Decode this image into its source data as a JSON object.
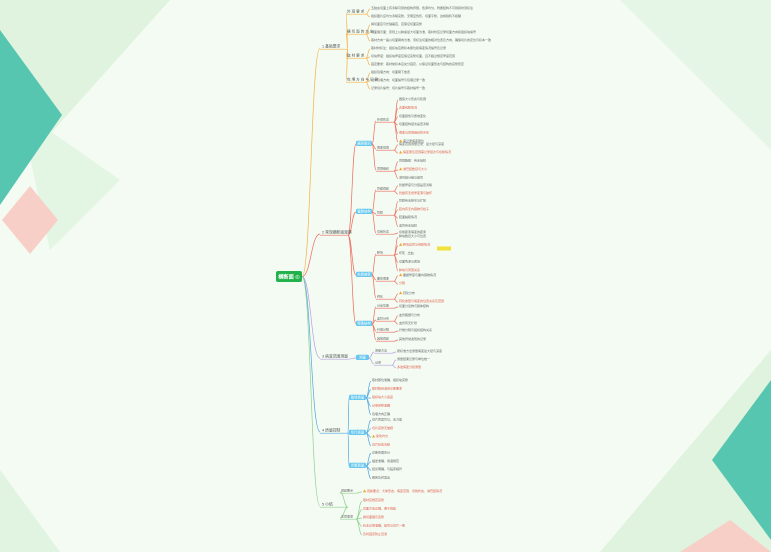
{
  "colors": {
    "background": "#f3fbf3",
    "teal": "#56c6b0",
    "coral": "#f7cfc6",
    "mint": "#dff3df",
    "root": "#21b24b",
    "pill": "#67c8ef",
    "red_text": "#e25c4a",
    "highlight": "#f2e13a",
    "line_orange": "#f5b043",
    "line_red": "#ef6b5b",
    "line_blue": "#6cc2ea",
    "line_purple": "#b79ee0",
    "line_blue2": "#4fa3e0",
    "line_green": "#8fd08f"
  },
  "icons": {
    "warning": "warning-icon"
  },
  "mindmap": {
    "root": "横断面 ◎",
    "branches": [
      {
        "label": "1 基础要求",
        "children": [
          {
            "label": "外 观 要 求",
            "leaves": [
              "五脏在切面上有清晰可辨的结构界限，色泽均匀，附属结构不可辨别时须标注",
              "组织图片应均匀清晰完整，无明显伪影，切面平整，边缘锐利不模糊"
            ]
          },
          {
            "label": "横 切 面 的 方 向",
            "leaves": [
              "横切面应与长轴垂直，应保证切面完整",
              "切面展示面：原则上以肿瘤最大切面为准，取材时应记录切面方向和组织块编号",
              "取材方向一般以切面朝向为准，须标注切面的相对位置及方向，确保切片的定位与标本一致"
            ]
          },
          {
            "label": "取 材 要 求",
            "leaves": [
              "取材时标注：组织块应按标本部位和病变情况编号及记录",
              "切块厚度：组织块厚度应保证完整切面，且不超过规定厚度范围",
              "固定要求：取材前标本应充分固定，以保证切面形态与结构的完整稳定"
            ]
          },
          {
            "label": "包 埋 方 向 与 记 录",
            "leaves": [
              "组织包埋方向：切面朝下放置",
              "记录包埋方向：切面编号与包埋记录一致",
              "记录切片编号：切片编号与取材编号一致"
            ]
          }
        ]
      },
      {
        "label": "2 常规横断面观察",
        "children": [
          {
            "label": "器官组织",
            "sub": [
              {
                "label": "外观形态",
                "leaves": [
                  "器官大小形态与轮廓",
                  "表面包膜情况",
                  "切面颜色与质地变化",
                  "切面结构层次是否清晰",
                  "病变与周围组织的关系",
                  "⚠ 需记录病变部位"
                ]
              },
              {
                "label": "病变范围",
                "leaves": [
                  "病变范围测量记录：最大径与深度",
                  "⚠ 病变累及范围需记录层次与切缘情况"
                ]
              },
              {
                "label": "周围组织",
                "leaves": [
                  "周围脂肪：有无侵犯",
                  "⚠ 淋巴结数目与大小",
                  "淋巴结分组与编号"
                ]
              }
            ]
          },
          {
            "label": "管腔结构",
            "sub": [
              {
                "label": "管壁观察",
                "leaves": [
                  "管壁厚度与分层是否清晰",
                  "管壁有无增厚变薄与破坏"
                ]
              },
              {
                "label": "管腔",
                "leaves": [
                  "管腔有无狭窄与扩张",
                  "腔内有无内容物与栓子",
                  "腔面黏膜情况",
                  "血管有无侵犯"
                ]
              },
              {
                "label": "切缘状态",
                "leaves": [
                  "切缘距离病变的距离"
                ]
              }
            ]
          },
          {
            "label": "实质病变",
            "sub": [
              {
                "label": "肿块",
                "leaves": [
                  "肿块数目大小与位置",
                  "⚠ 肿块边界与包膜情况",
                  "坏死 · 出血 ·",
                  "切面色泽与质地",
                  "肿块与周围关系"
                ]
              },
              {
                "label": "囊性病变",
                "leaves": [
                  "⚠ 囊壁厚度与囊内容物情况",
                  "分隔"
                ]
              },
              {
                "label": "钙化",
                "leaves": [
                  "⚠ 钙化分布",
                  "钙化类型与病变的位置关系及范围"
                ]
              }
            ]
          },
          {
            "label": "特殊结构",
            "sub": [
              {
                "label": "分泌功能",
                "leaves": [
                  "切面分泌物与腺体结构"
                ]
              },
              {
                "label": "血管分布",
                "leaves": [
                  "血管粗细与分布",
                  "血管有无扩张"
                ]
              },
              {
                "label": "纤维分隔",
                "leaves": [
                  "纤维分隔与组织结构关系"
                ]
              },
              {
                "label": "其他观察",
                "leaves": [
                  "其他异常发现的记录"
                ]
              }
            ]
          }
        ]
      },
      {
        "label": "3 病变范围测量",
        "children": [
          {
            "label": "测量",
            "sub": [
              {
                "label": "测量方法",
                "leaves": [
                  "按标准方法测量病变最大径与深度"
                ]
              },
              {
                "label": "记录",
                "leaves": [
                  "测量结果记录与单位统一",
                  "多发病变分别测量"
                ]
              }
            ]
          }
        ]
      },
      {
        "label": "4 质量控制",
        "children": [
          {
            "label": "取材质量",
            "leaves": [
              "取材部位准确，组织块完整",
              "取材数目满足诊断要求",
              "组织块大小适宜",
              "记录完整准确",
              "包埋方向正确"
            ]
          },
          {
            "label": "切片质量",
            "leaves": [
              "切片厚度均匀，无刀痕",
              "切片完整无皱褶",
              "⚠ 染色均匀",
              "切片标签清晰"
            ]
          },
          {
            "label": "诊断质量",
            "leaves": [
              "诊断依据充分",
              "描述准确，用语规范",
              "结论明确，与临床相符",
              "报告及时发出"
            ]
          }
        ]
      },
      {
        "label": "5 小结",
        "children": [
          {
            "label": "观察要点",
            "leaves": [
              "⚠ 观察要点：大体形态、病变范围、切缘状态、淋巴结情况"
            ]
          },
          {
            "label": "注意事项",
            "leaves": [
              "取材应规范完整",
              "切面方向正确，便于观察",
              "横切面展示完整",
              "标本记录准确，编号与切片一致",
              "及时固定防止自溶"
            ]
          }
        ]
      }
    ]
  }
}
